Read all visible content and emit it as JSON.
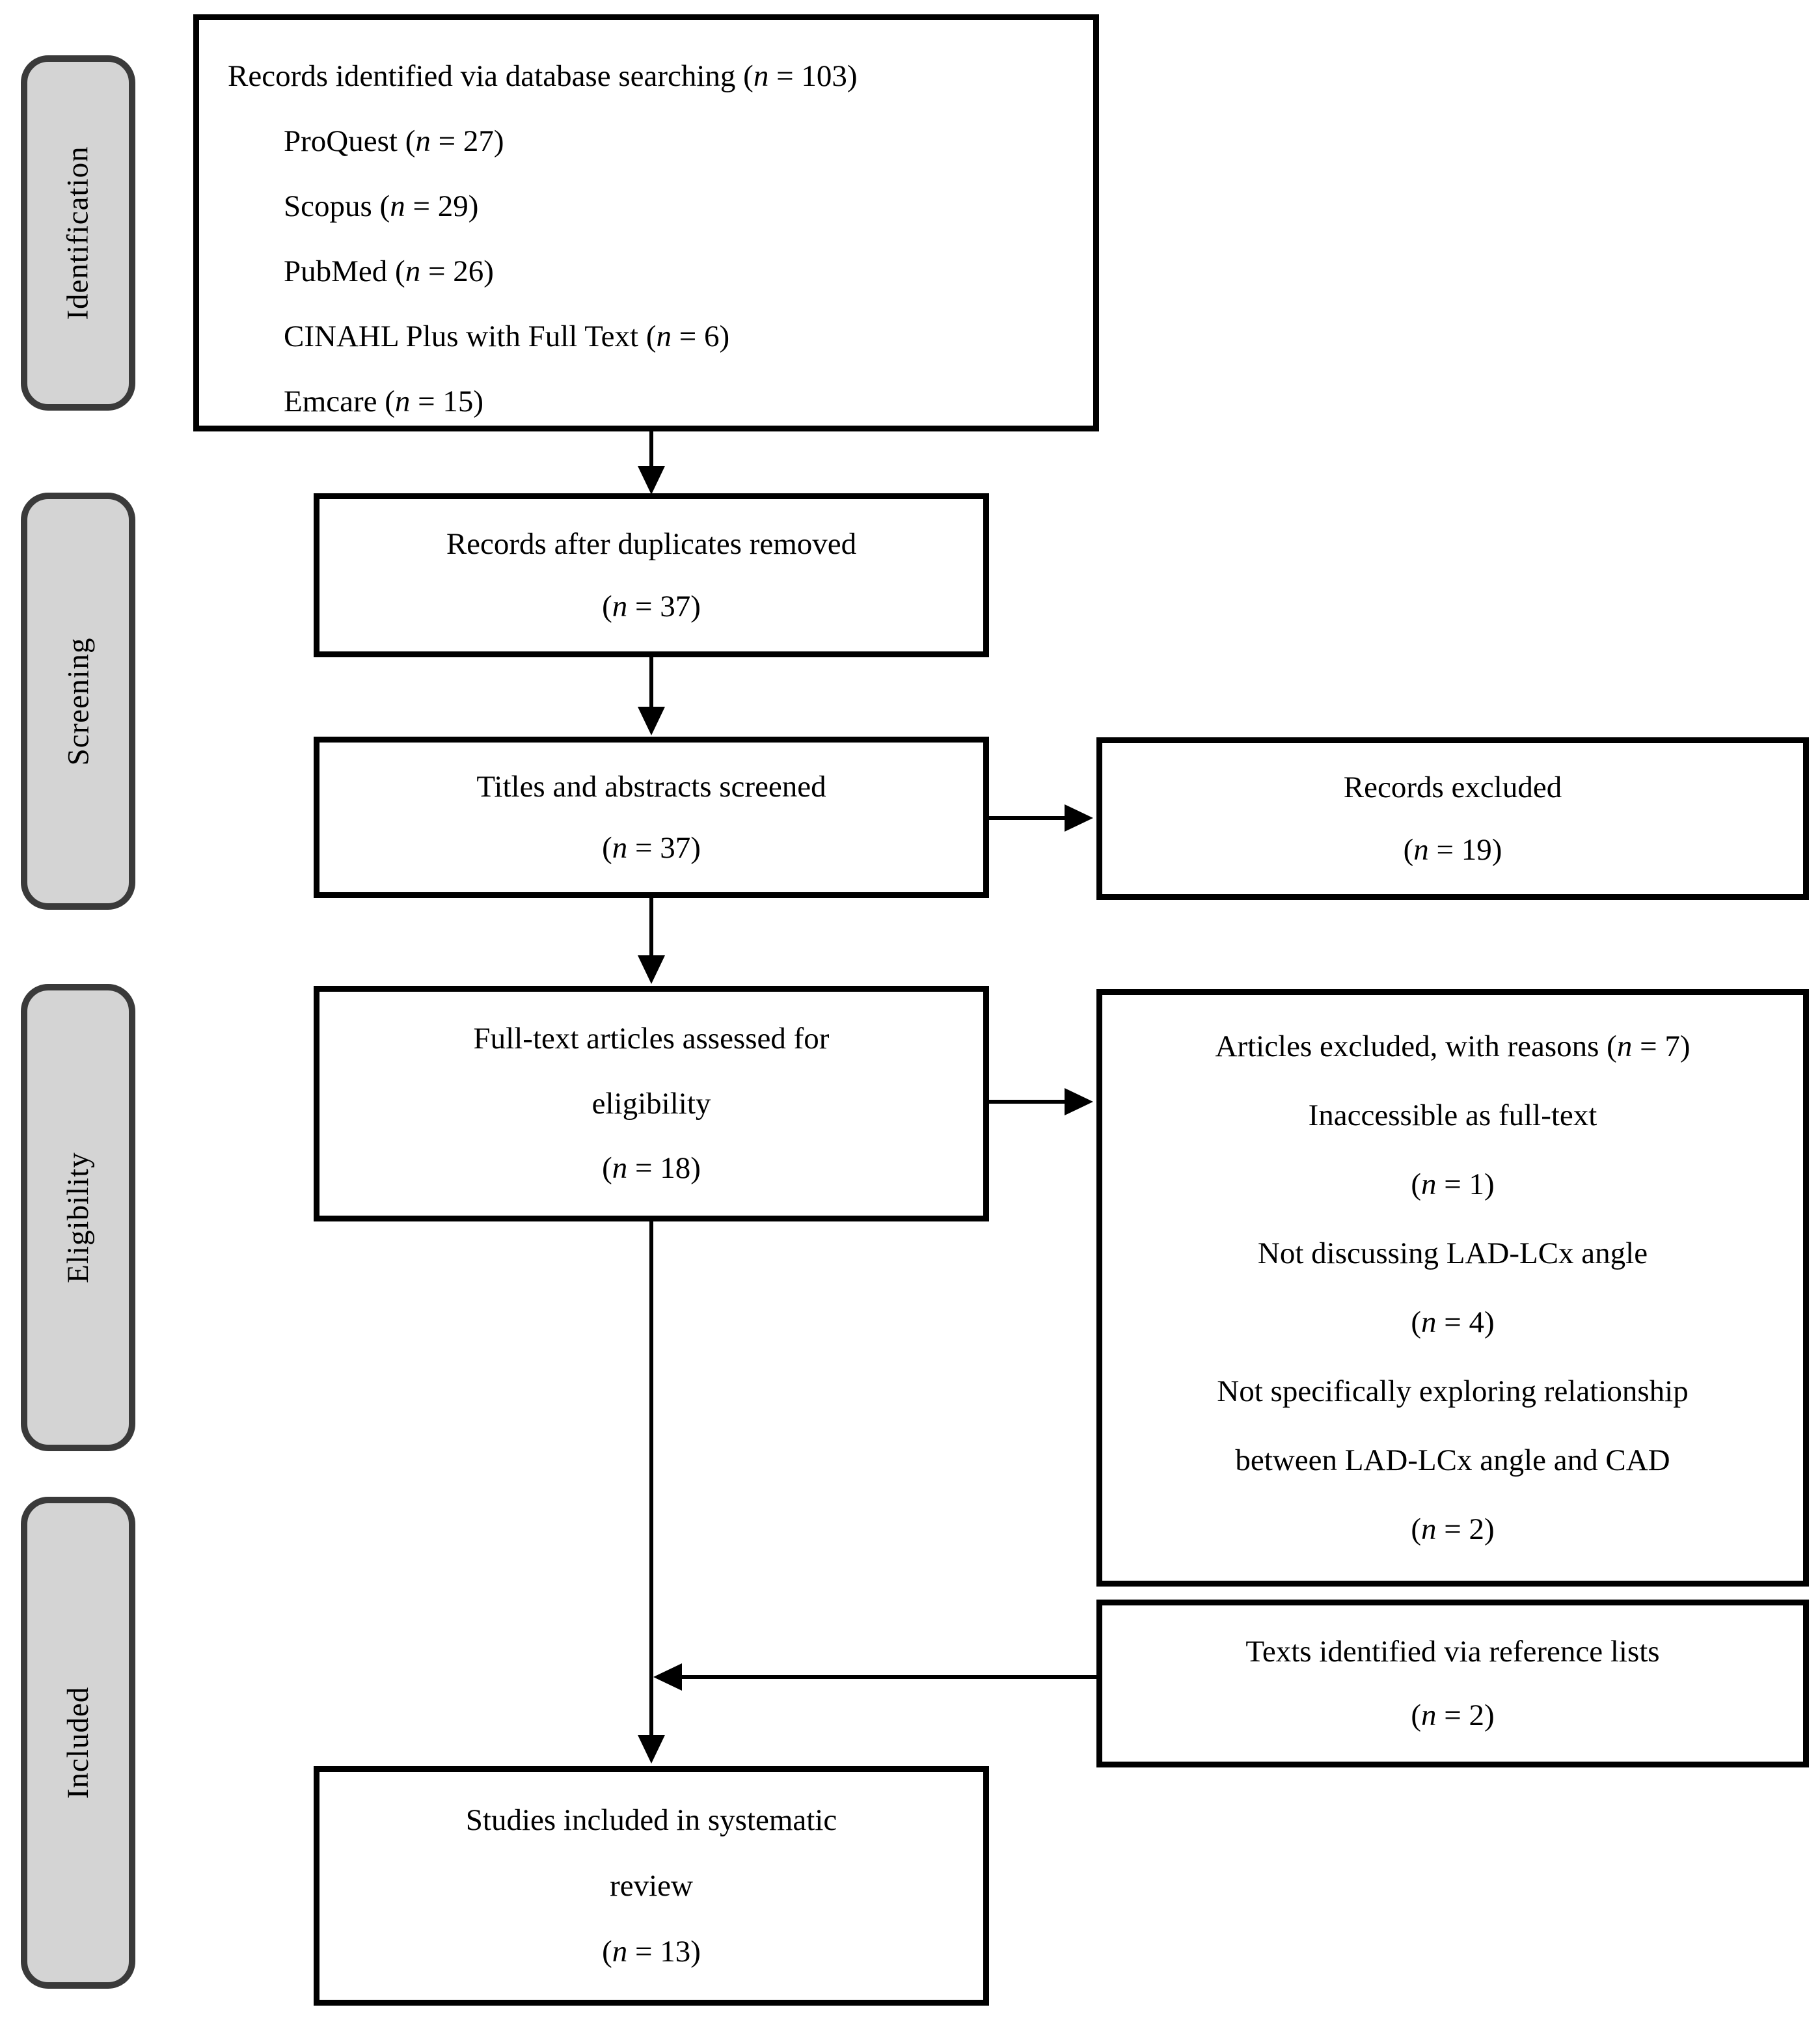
{
  "colors": {
    "background": "#ffffff",
    "box_fill": "#ffffff",
    "box_border": "#000000",
    "stage_fill": "#d4d4d4",
    "stage_border": "#3a3a3a",
    "text": "#000000",
    "arrow": "#000000"
  },
  "stages": [
    {
      "label": "Identification"
    },
    {
      "label": "Screening"
    },
    {
      "label": "Eligibility"
    },
    {
      "label": "Included"
    }
  ],
  "boxes": {
    "identified": {
      "title": "Records identified via database searching (n = 103)",
      "sources": [
        "ProQuest (n = 27)",
        "Scopus (n = 29)",
        "PubMed (n = 26)",
        "CINAHL Plus with Full Text (n = 6)",
        "Emcare (n = 15)"
      ]
    },
    "dedup": {
      "lines": [
        "Records after duplicates removed",
        "(n = 37)"
      ]
    },
    "screened": {
      "lines": [
        "Titles and abstracts screened",
        "(n = 37)"
      ]
    },
    "fulltext": {
      "lines": [
        "Full-text articles assessed for",
        "eligibility",
        "(n = 18)"
      ]
    },
    "records_excluded": {
      "lines": [
        "Records excluded",
        "(n = 19)"
      ]
    },
    "articles_excluded": {
      "lines": [
        "Articles excluded, with reasons (n = 7)",
        "Inaccessible as full-text",
        "(n = 1)",
        "Not discussing LAD-LCx angle",
        "(n = 4)",
        "Not specifically exploring relationship",
        "between LAD-LCx angle and CAD",
        "(n = 2)"
      ]
    },
    "reference_texts": {
      "lines": [
        "Texts identified via reference lists",
        "(n = 2)"
      ]
    },
    "included_studies": {
      "lines": [
        "Studies included in systematic",
        "review",
        "(n = 13)"
      ]
    }
  }
}
